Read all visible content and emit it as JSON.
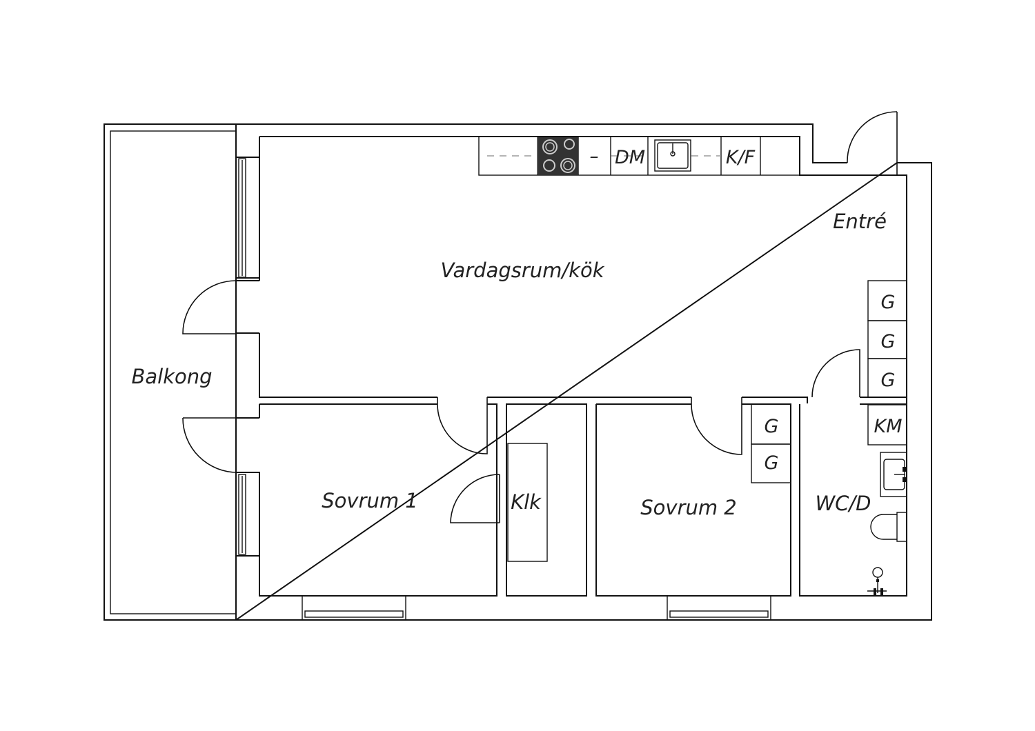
{
  "rooms": {
    "living_kitchen": "Vardagsrum/kök",
    "entrance": "Entré",
    "balcony": "Balkong",
    "bedroom_1": "Sovrum 1",
    "closet": "Klk",
    "bedroom_2": "Sovrum 2",
    "bathroom": "WC/D"
  },
  "kitchen": {
    "dishwasher": "DM",
    "fridge_freezer": "K/F",
    "dash_mark": "–"
  },
  "fixtures": {
    "wardrobe": "G",
    "washer": "KM"
  },
  "colors": {
    "line": "#111111",
    "stove": "#333333",
    "text": "#222222"
  }
}
